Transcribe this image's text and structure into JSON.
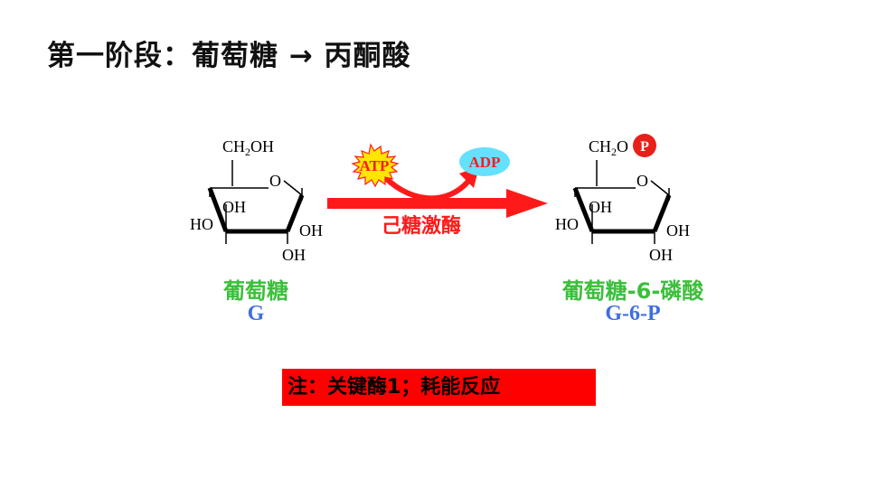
{
  "title": "第一阶段：葡萄糖 → 丙酮酸",
  "reaction": {
    "cofactor_in": "ATP",
    "cofactor_out": "ADP",
    "enzyme": "己糖激酶",
    "colors": {
      "arrow": "#ff1a1a",
      "atp_burst": "#ffe600",
      "adp_bubble": "#66e0ff",
      "phosphate": "#e8201a"
    }
  },
  "substrate": {
    "ch2_text": "CH",
    "ch2_sub": "2",
    "ch2_group": "OH",
    "ring_o": "O",
    "oh_inner": "OH",
    "oh_left": "HO",
    "oh_right": "OH",
    "oh_bottom": "OH",
    "name": "葡萄糖",
    "abbr": "G"
  },
  "product": {
    "ch2_text": "CH",
    "ch2_sub": "2",
    "ch2_group": "O",
    "phosphate": "P",
    "ring_o": "O",
    "oh_inner": "OH",
    "oh_left": "HO",
    "oh_right": "OH",
    "oh_bottom": "OH",
    "name": "葡萄糖-6-磷酸",
    "abbr": "G-6-P"
  },
  "note": "注：关键酶1；耗能反应"
}
